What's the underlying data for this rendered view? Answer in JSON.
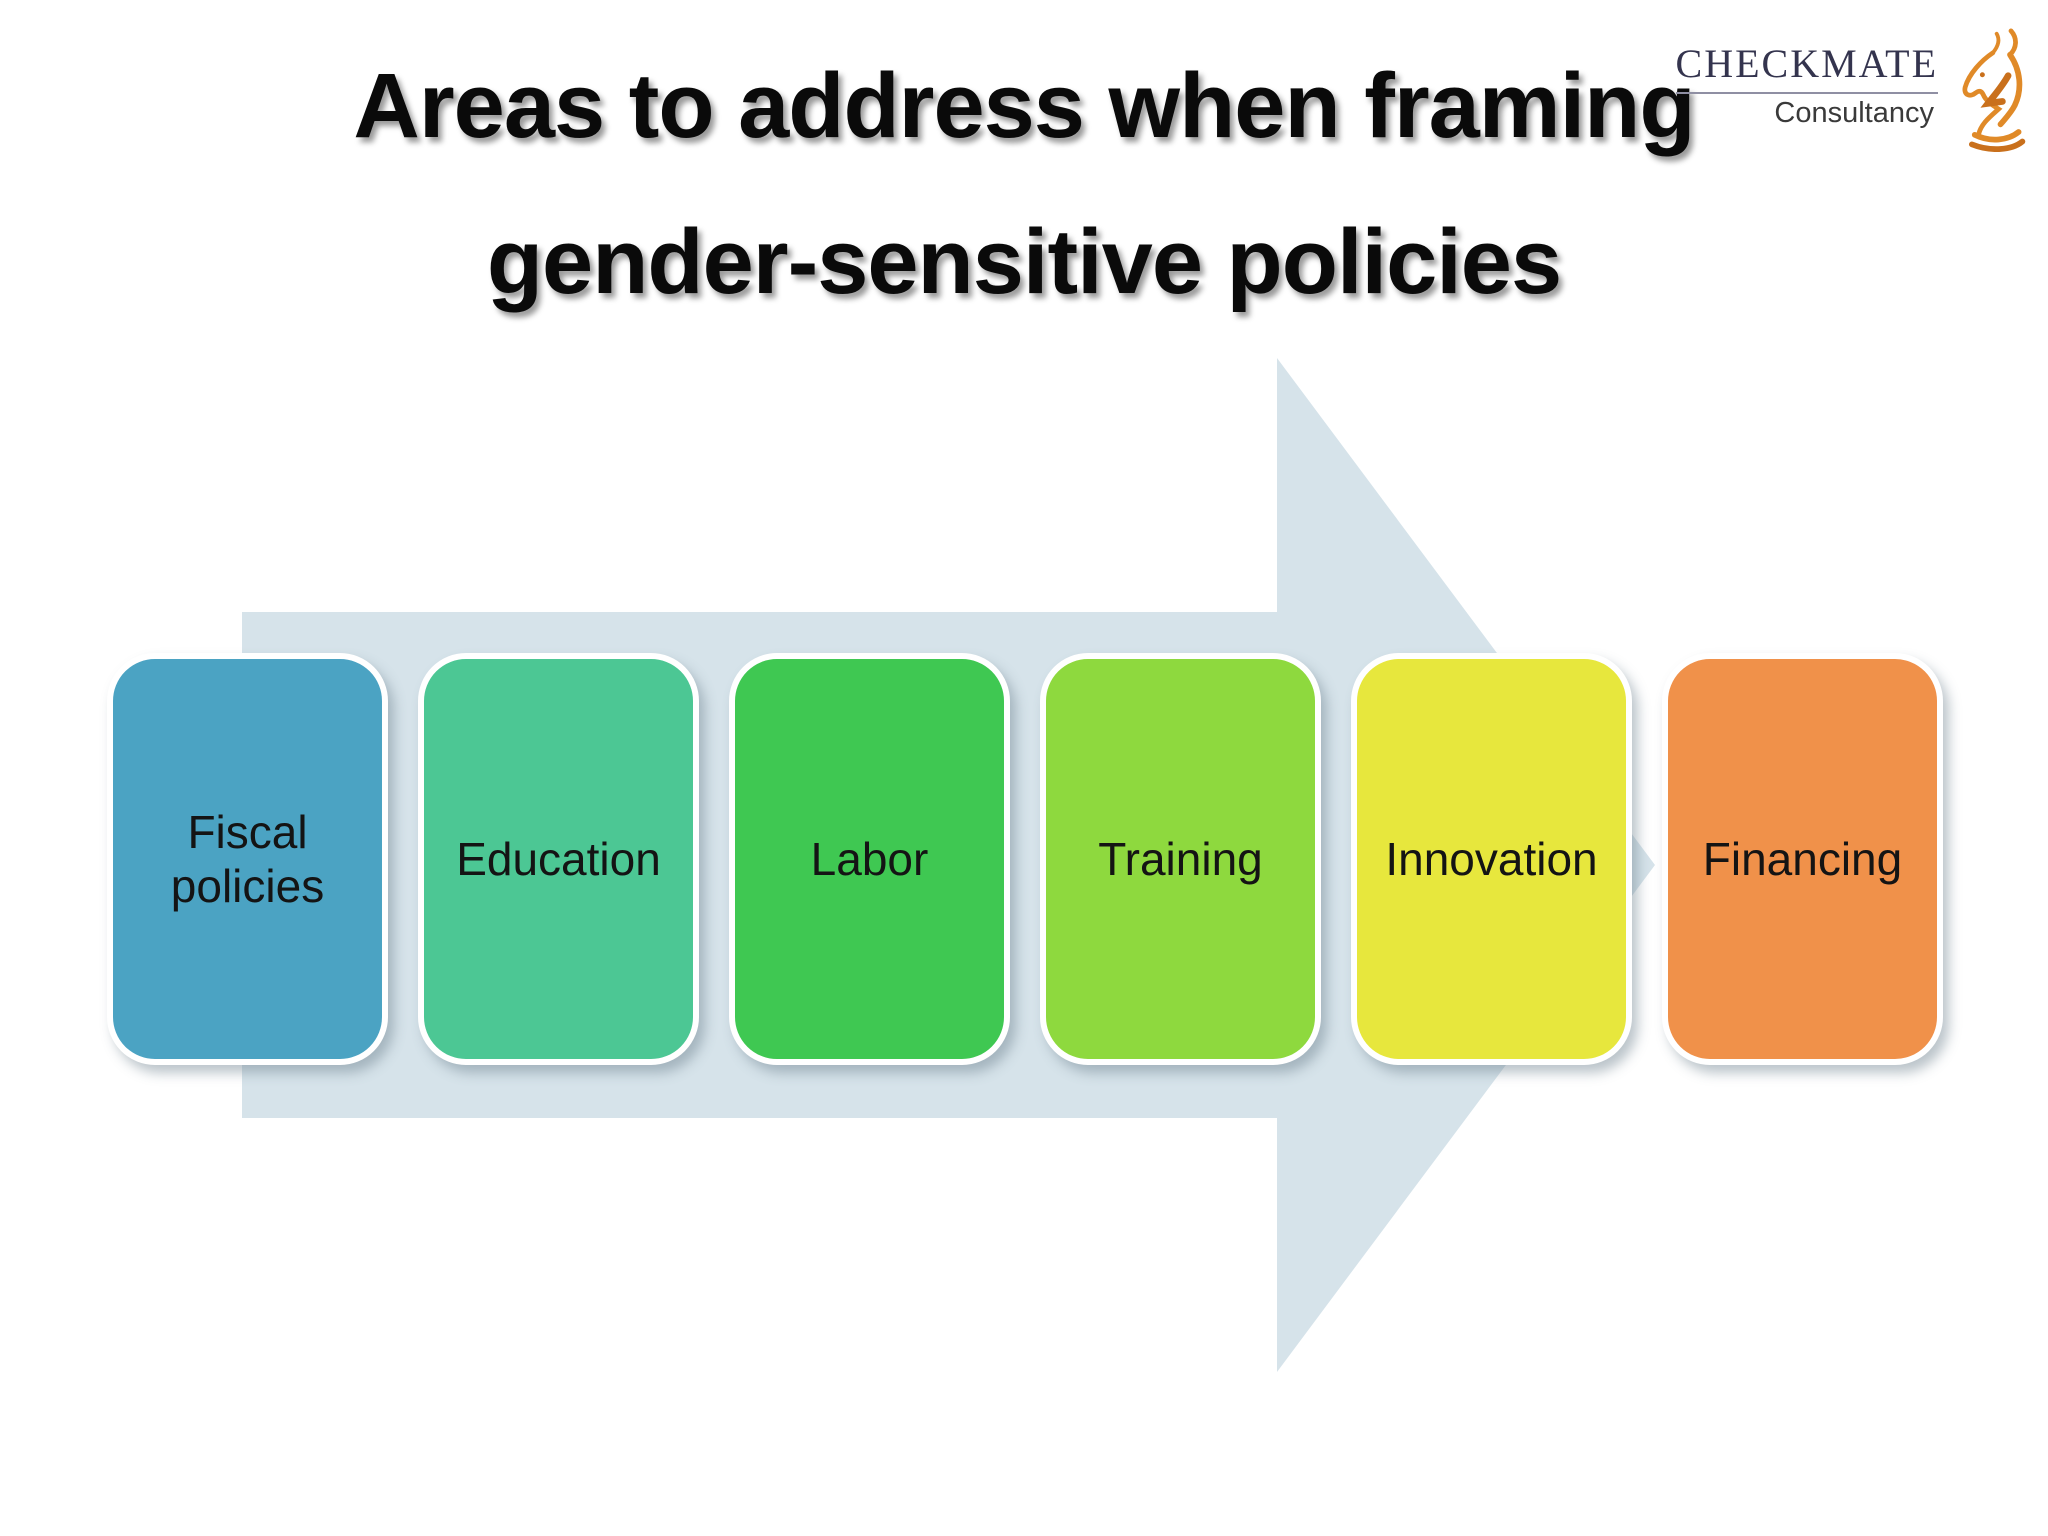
{
  "slide": {
    "title": {
      "line1": "Areas to address when framing",
      "line2": "gender-sensitive policies"
    }
  },
  "logo": {
    "name": "CHECKMATE",
    "subtitle": "Consultancy",
    "icon": "chess-knight-icon"
  },
  "colors": {
    "title_text": "#0a0a0a",
    "logo_text": "#34344e",
    "logo_orange": "#e08a28",
    "logo_orange_dark": "#c9701c",
    "arrow": "#d6e3ea",
    "box_label_text": "#141414"
  },
  "diagram": {
    "type": "process-arrow",
    "direction": "right",
    "arrow_color": "#d6e3ea",
    "boxes": [
      {
        "label": "Fiscal policies",
        "color": "#4ba3c3"
      },
      {
        "label": "Education",
        "color": "#4cc794"
      },
      {
        "label": "Labor",
        "color": "#3fc852"
      },
      {
        "label": "Training",
        "color": "#8ed93e"
      },
      {
        "label": "Innovation",
        "color": "#e7e73d"
      },
      {
        "label": "Financing",
        "color": "#f0914a"
      }
    ]
  }
}
